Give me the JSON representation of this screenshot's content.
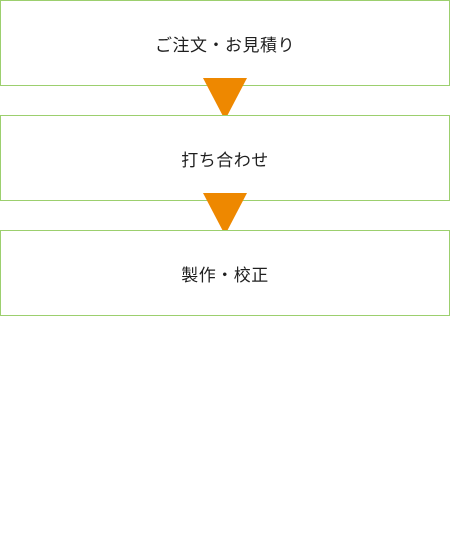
{
  "flow": {
    "steps": [
      {
        "label": "ご注文・お見積り"
      },
      {
        "label": "打ち合わせ"
      },
      {
        "label": "製作・校正"
      }
    ]
  },
  "colors": {
    "box_border": "#9ccf6e",
    "arrow": "#ee8800",
    "text": "#1f1f1f",
    "background": "#ffffff"
  },
  "icons": {
    "connector": "triangle-down-icon"
  }
}
